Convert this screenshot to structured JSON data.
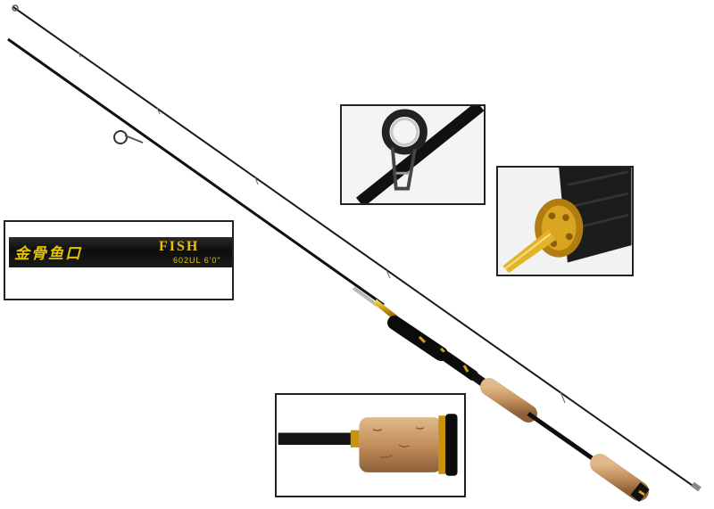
{
  "image": {
    "subject": "spinning fishing rod",
    "background": "#ffffff"
  },
  "rod_label": {
    "brand_text": "金骨鱼口",
    "word": "FISH",
    "model": "602UL 6'0\""
  },
  "colors": {
    "blank": "#111111",
    "gold": "#d4a017",
    "label_text": "#e6c300",
    "cork": "#c89a6a",
    "frame": "#222222"
  },
  "insets": [
    {
      "name": "rod-label-closeup"
    },
    {
      "name": "line-guide-closeup"
    },
    {
      "name": "reel-seat-closeup"
    },
    {
      "name": "cork-butt-closeup"
    }
  ]
}
